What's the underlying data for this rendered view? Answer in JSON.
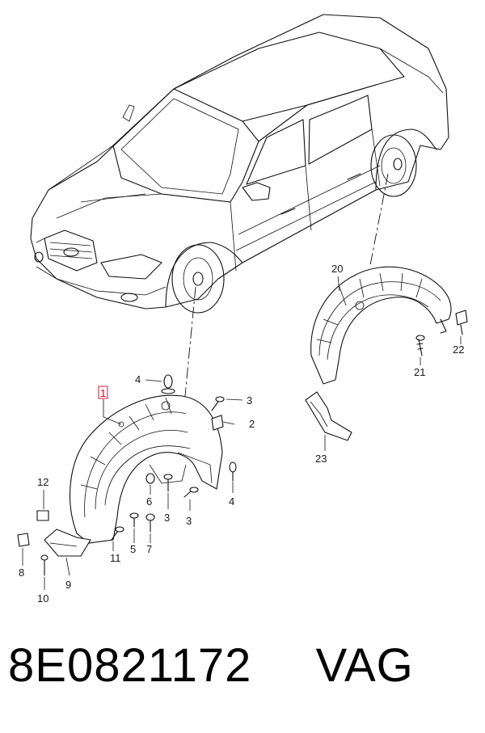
{
  "caption": {
    "part_number": "8E0821172",
    "brand": "VAG"
  },
  "callouts": [
    {
      "id": "1",
      "label": "1",
      "highlight": true
    },
    {
      "id": "2",
      "label": "2"
    },
    {
      "id": "3a",
      "label": "3"
    },
    {
      "id": "3b",
      "label": "3"
    },
    {
      "id": "3c",
      "label": "3"
    },
    {
      "id": "4a",
      "label": "4"
    },
    {
      "id": "4b",
      "label": "4"
    },
    {
      "id": "5",
      "label": "5"
    },
    {
      "id": "6",
      "label": "6"
    },
    {
      "id": "7",
      "label": "7"
    },
    {
      "id": "8",
      "label": "8"
    },
    {
      "id": "9",
      "label": "9"
    },
    {
      "id": "10",
      "label": "10"
    },
    {
      "id": "11",
      "label": "11"
    },
    {
      "id": "12",
      "label": "12"
    },
    {
      "id": "20",
      "label": "20"
    },
    {
      "id": "21",
      "label": "21"
    },
    {
      "id": "22",
      "label": "22"
    },
    {
      "id": "23",
      "label": "23"
    }
  ],
  "colors": {
    "highlight": "#d0002a",
    "ink": "#111111"
  }
}
